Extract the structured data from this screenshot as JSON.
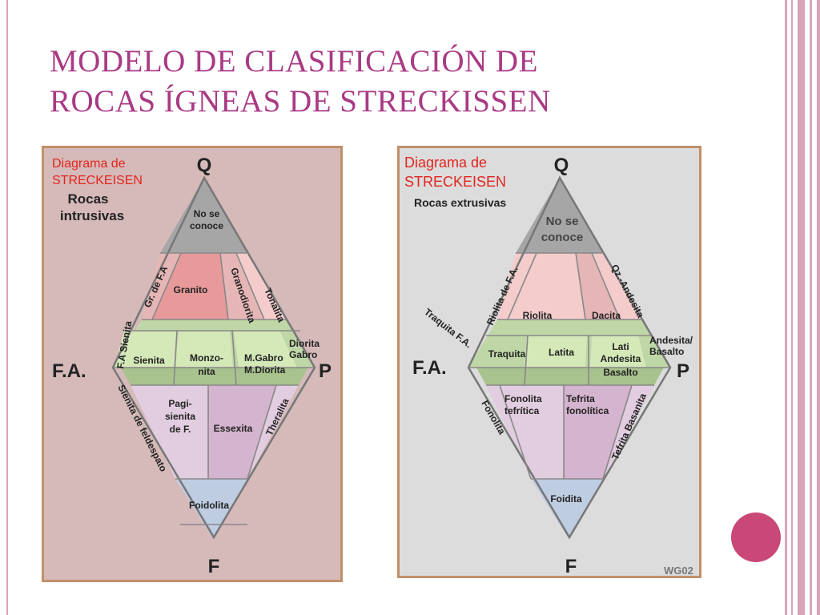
{
  "colors": {
    "title": "#a93a84",
    "accent_red": "#e2251e",
    "left_panel_bg": "#d6b9b9",
    "right_panel_bg": "#dcdcdc",
    "panel_border": "#c0906a",
    "top_triangle": "#a6a6a6",
    "granite_zone": "#e89a9a",
    "pink_light": "#f4cccc",
    "pink_mid": "#e6b6b6",
    "green_band": "#bfd7a6",
    "green_light": "#d4e8b8",
    "green_dark": "#a9c38e",
    "mauve_light": "#e2cde0",
    "mauve_mid": "#d5b4cf",
    "blue_bottom": "#bfcde2",
    "dot": "#c94878",
    "stripe": "#d9a3b8"
  },
  "slide": {
    "title_line1": "MODELO DE CLASIFICACIÓN DE",
    "title_line2": "ROCAS ÍGNEAS DE STRECKISSEN"
  },
  "intrusive": {
    "heading1": "Diagrama de",
    "heading2": "STRECKEISEN",
    "subtitle1": "Rocas",
    "subtitle2": "intrusivas",
    "vertex_q": "Q",
    "vertex_fa": "F.A.",
    "vertex_p": "P",
    "vertex_f": "F",
    "fields": {
      "no_se_1": "No se",
      "no_se_2": "conoce",
      "granito": "Granito",
      "gr_fa": "Gr. de F.A",
      "granodiorita": "Granodiorita",
      "tonalita": "Tonalita",
      "fa_sienita": "F.A Sienita",
      "sienita": "Sienita",
      "monzo1": "Monzo-",
      "monzo2": "nita",
      "mgabro": "M.Gabro",
      "mdiorita": "M.Diorita",
      "diorita": "Diorita",
      "gabro": "Gabro",
      "sienita_feld": "Sienita de feldespato",
      "pagi1": "Pagi-",
      "pagi2": "sienita",
      "pagi3": "de F.",
      "essexita": "Essexita",
      "theralita": "Theralita",
      "foidolita": "Foidolita"
    }
  },
  "extrusive": {
    "heading1": "Diagrama de",
    "heading2": "STRECKEISEN",
    "subtitle": "Rocas extrusivas",
    "vertex_q": "Q",
    "vertex_fa": "F.A.",
    "vertex_p": "P",
    "vertex_f": "F",
    "credit": "WG02",
    "fields": {
      "no_se_1": "No se",
      "no_se_2": "conoce",
      "riolita_fa": "Riolita de F.A.",
      "qz_andesita": "Qz.-Andesita",
      "riolita": "Riolita",
      "dacita": "Dacita",
      "traquita_fa": "Traquita F.A.",
      "traquita": "Traquita",
      "latita": "Latita",
      "lati1": "Lati",
      "lati2": "Andesita",
      "basalto_small": "Basalto",
      "andesita1": "Andesita/",
      "andesita2": "Basalto",
      "fonolita_tef1": "Fonolita",
      "fonolita_tef2": "tefrítica",
      "tefrita_fon1": "Tefrita",
      "tefrita_fon2": "fonolítica",
      "fonolita": "Fonolita",
      "tefrita_bas": "Tefrita Basanita",
      "foidita": "Foidita"
    }
  }
}
